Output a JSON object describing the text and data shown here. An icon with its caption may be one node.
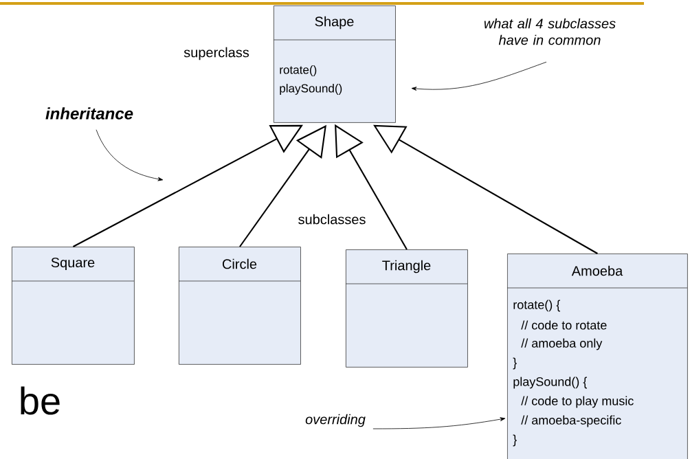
{
  "diagram": {
    "nodes": [
      {
        "text": [
          "Shape",
          "rotate()",
          "playSound()"
        ]
      },
      {
        "text": [
          "Square"
        ]
      },
      {
        "text": [
          "Circle"
        ]
      },
      {
        "text": [
          "Triangle"
        ]
      },
      {
        "text": [
          "Amoeba",
          "rotate() {",
          "// code to rotate",
          "// amoeba only",
          "}",
          "playSound() {",
          "// code to play music",
          "// amoeba-specific",
          "}"
        ]
      },
      {
        "text": [
          "inheritance"
        ]
      },
      {
        "text": [
          "what all 4 subclasses have in common"
        ]
      },
      {
        "text": [
          "overriding"
        ]
      }
    ],
    "edges": [
      {
        "from": 1,
        "to": 0,
        "arrow": "to"
      },
      {
        "from": 2,
        "to": 0,
        "arrow": "to"
      },
      {
        "from": 3,
        "to": 0,
        "arrow": "to"
      },
      {
        "from": 4,
        "to": 0,
        "arrow": "to"
      },
      {
        "from": 5,
        "to": null,
        "arrow": "to"
      },
      {
        "from": 6,
        "to": 0,
        "arrow": "to"
      },
      {
        "from": 7,
        "to": 4,
        "arrow": "to"
      }
    ],
    "labels": [
      "superclass",
      "subclasses",
      "be"
    ]
  }
}
